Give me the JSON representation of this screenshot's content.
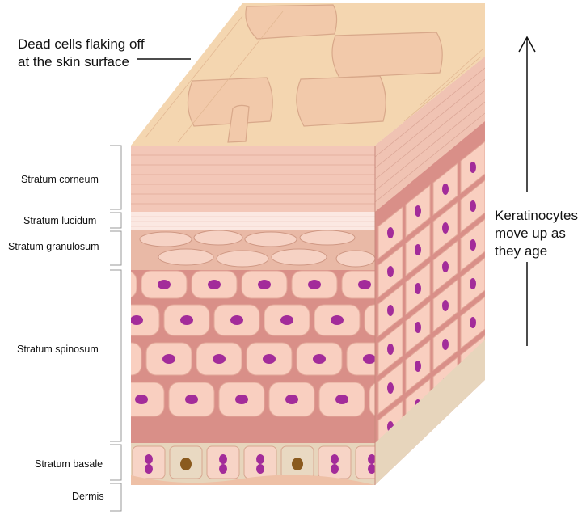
{
  "annotations": {
    "surface_label_line1": "Dead cells flaking off",
    "surface_label_line2": "at the skin surface",
    "movement_label_line1": "Keratinocytes",
    "movement_label_line2": "move up as",
    "movement_label_line3": "they age"
  },
  "layers": [
    {
      "key": "corneum",
      "label": "Stratum corneum"
    },
    {
      "key": "lucidum",
      "label": "Stratum lucidum"
    },
    {
      "key": "granulosum",
      "label": "Stratum granulosum"
    },
    {
      "key": "spinosum",
      "label": "Stratum spinosum"
    },
    {
      "key": "basale",
      "label": "Stratum basale"
    },
    {
      "key": "dermis",
      "label": "Dermis"
    }
  ],
  "colors": {
    "surface": "#f4d6b0",
    "flake": "#f2c9aa",
    "corneum": "#f3c7b8",
    "lucidum": "#fbe8e2",
    "granulosum": "#e9b9a6",
    "cell": "#f9cfc0",
    "cell_gap": "#d98f88",
    "nucleus": "#a32c9a",
    "basale_bg": "#e7d5bc",
    "melanocyte": "#8a5a1e",
    "dermis": "#eec0a6",
    "bracket": "#999999"
  }
}
